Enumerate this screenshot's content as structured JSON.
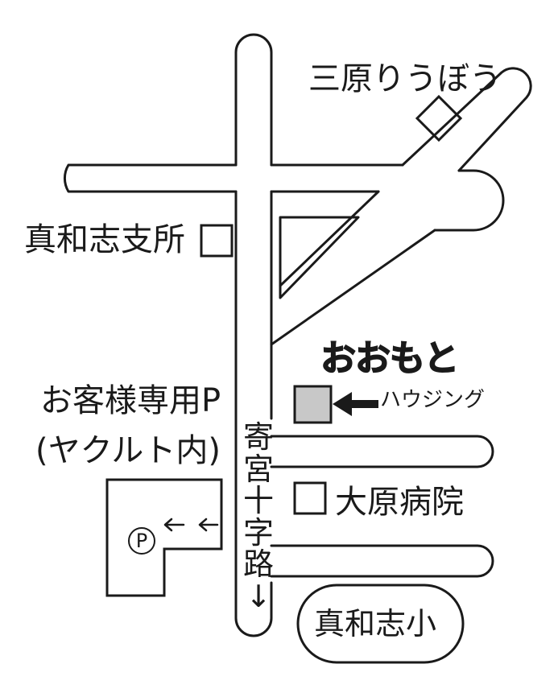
{
  "map": {
    "colors": {
      "line": "#1a1a1a",
      "background": "#ffffff",
      "highlight_fill": "#c8c8c8"
    },
    "labels": {
      "mihara": "三原りうぼう",
      "shisho": "真和志支所",
      "kyaku_line1": "お客様専用P",
      "kyaku_line2": "(ヤクルト内)",
      "oomoto": "おおもと",
      "housing": "ハウジング",
      "hospital": "大原病院",
      "school": "真和志小",
      "parking": "P",
      "crossing": [
        "寄",
        "宮",
        "十",
        "字",
        "路",
        "↓"
      ]
    },
    "arrows": {
      "parking": "←  ←"
    },
    "icons": [
      "diamond-icon",
      "square-marker-icon",
      "arrow-left-icon",
      "parking-icon",
      "arrow-down-icon"
    ]
  }
}
